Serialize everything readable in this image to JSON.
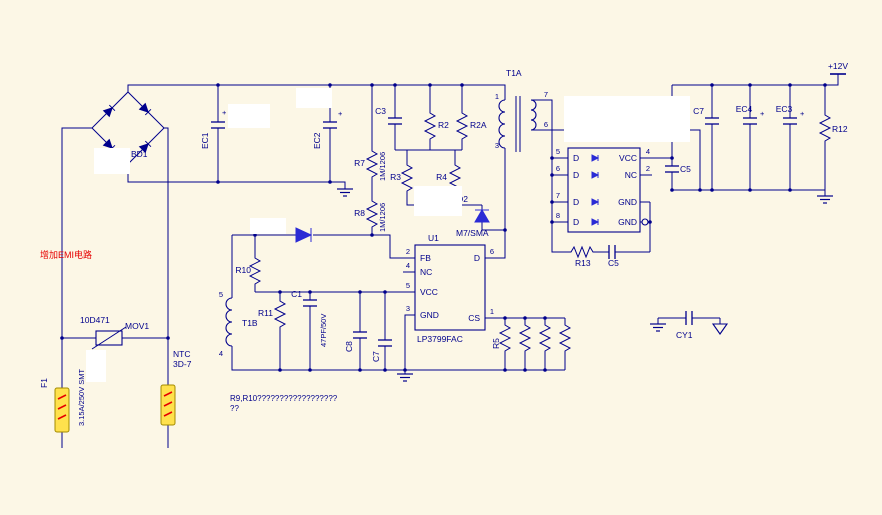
{
  "colors": {
    "wire": "#00008c",
    "background": "#fcf7e6",
    "highlight_yellow": "#ffe14d",
    "annotation_red": "#e60000",
    "diode_blue": "#2b2bd5",
    "whiteout": "#ffffff"
  },
  "power_rail": {
    "label": "+12V"
  },
  "bridge": {
    "ref": "BD1"
  },
  "transformer_main": {
    "ref": "T1A",
    "pin1": "1",
    "pin3": "3",
    "pin7": "7",
    "pin6": "6"
  },
  "transformer_aux": {
    "ref": "T1B",
    "pin5": "5",
    "pin4": "4"
  },
  "caps": {
    "ec1": "EC1",
    "ec2": "EC2",
    "c3": "C3",
    "c1": "C1",
    "c1_val": "47PF/50V",
    "c8": "C8",
    "c7_vcc": "C7",
    "c5_vcc": "C5",
    "c5_snub": "C5",
    "c7_out": "C7",
    "ec4": "EC4",
    "ec3": "EC3",
    "cy1": "CY1",
    "plus": "+"
  },
  "resistors": {
    "r2": "R2",
    "r2a": "R2A",
    "r3": "R3",
    "r4": "R4",
    "r7": "R7",
    "r7_val": "1M/1206",
    "r8": "R8",
    "r8_val": "1M/1206",
    "r10": "R10",
    "r11": "R11",
    "r12": "R12",
    "r13": "R13",
    "r5": "R5"
  },
  "diodes": {
    "d2": "D2",
    "d2_val": "M7/SMA"
  },
  "controller": {
    "ref": "U1",
    "part": "LP3799FAC",
    "pins_left": [
      {
        "num": "2",
        "label": "FB"
      },
      {
        "num": "4",
        "label": "NC"
      },
      {
        "num": "5",
        "label": "VCC"
      },
      {
        "num": "3",
        "label": "GND"
      }
    ],
    "pins_right": [
      {
        "num": "6",
        "label": "D"
      },
      {
        "num": "1",
        "label": "CS"
      }
    ]
  },
  "rectifier": {
    "pins_left": [
      "5",
      "6",
      "7",
      "8"
    ],
    "row_label": "D",
    "pins_right": [
      {
        "num": "4",
        "label": "VCC"
      },
      {
        "num": "2",
        "label": "NC"
      },
      {
        "label": "GND"
      },
      {
        "label": "GND"
      }
    ]
  },
  "protection": {
    "mov_ref": "MOV1",
    "mov_val": "10D471",
    "ntc_ref": "NTC",
    "ntc_val": "3D-7",
    "fuse_ref": "F1",
    "fuse_val": "3.15A/250V SMT"
  },
  "annotations": {
    "emi_note": "增加EMI电路",
    "query_note_1": "R9,R10??????????????????",
    "query_note_2": "??"
  }
}
